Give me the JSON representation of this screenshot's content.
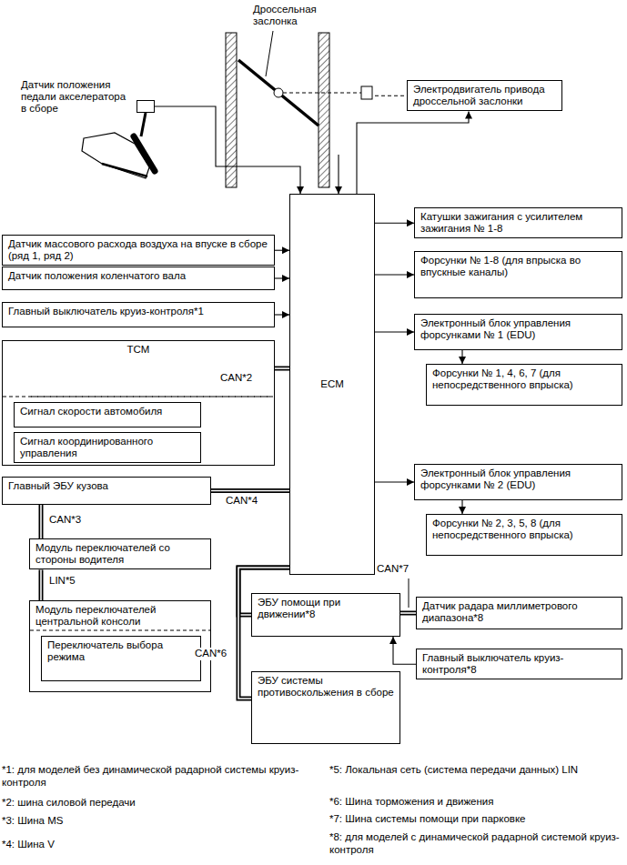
{
  "diagram": {
    "nodes": [
      {
        "text": [
          "Датчик положения педали акселератора в сборе"
        ]
      },
      {
        "text": [
          "Дроссельная заслонка"
        ]
      },
      {
        "text": [
          "Электродвигатель привода дроссельной заслонки"
        ]
      },
      {
        "text": [
          "Датчик массового расхода воздуха на впуске в сборе (ряд 1, ряд 2)"
        ]
      },
      {
        "text": [
          "Датчик положения коленчатого вала"
        ]
      },
      {
        "text": [
          "Главный выключатель круиз-контроля*1"
        ]
      },
      {
        "text": [
          "TCM"
        ]
      },
      {
        "text": [
          "Сигнал скорости автомобиля"
        ],
        "in": 6
      },
      {
        "text": [
          "Сигнал координированного управления"
        ],
        "in": 6
      },
      {
        "text": [
          "Главный ЭБУ кузова"
        ]
      },
      {
        "text": [
          "Модуль переключателей со стороны водителя"
        ]
      },
      {
        "text": [
          "Модуль переключателей центральной консоли"
        ]
      },
      {
        "text": [
          "Переключатель выбора режима"
        ],
        "in": 11
      },
      {
        "text": [
          "ECM"
        ]
      },
      {
        "text": [
          "Катушки зажигания с усилителем зажигания № 1-8"
        ]
      },
      {
        "text": [
          "Форсунки № 1-8 (для впрыска во впускные каналы)"
        ]
      },
      {
        "text": [
          "Электронный блок управления форсунками № 1 (EDU)"
        ]
      },
      {
        "text": [
          "Форсунки № 1, 4, 6, 7 (для непосредственного впрыска)"
        ]
      },
      {
        "text": [
          "Электронный блок управления форсунками № 2 (EDU)"
        ]
      },
      {
        "text": [
          "Форсунки № 2, 3, 5, 8 (для непосредственного впрыска)"
        ]
      },
      {
        "text": [
          "ЭБУ помощи при движении*8"
        ]
      },
      {
        "text": [
          "Датчик радара миллиметрового диапазона*8"
        ]
      },
      {
        "text": [
          "Главный выключатель круиз-контроля*8"
        ]
      },
      {
        "text": [
          "ЭБУ системы противоскольжения в сборе"
        ]
      }
    ],
    "edges": [
      {
        "from": 0,
        "to": 13,
        "arrow": "to"
      },
      {
        "from": 1,
        "to": 13,
        "arrow": "to"
      },
      {
        "from": 13,
        "to": 2,
        "arrow": "to"
      },
      {
        "from": 1,
        "to": 2,
        "arrow": "none"
      },
      {
        "from": 3,
        "to": 13,
        "arrow": "to"
      },
      {
        "from": 4,
        "to": 13,
        "arrow": "to"
      },
      {
        "from": 5,
        "to": 13,
        "arrow": "to"
      },
      {
        "from": 6,
        "to": 13,
        "arrow": "none",
        "label": "CAN*2"
      },
      {
        "from": 9,
        "to": 13,
        "arrow": "none",
        "label": "CAN*4"
      },
      {
        "from": 9,
        "to": 10,
        "arrow": "none",
        "label": "CAN*3"
      },
      {
        "from": 10,
        "to": 11,
        "arrow": "none",
        "label": "LIN*5"
      },
      {
        "from": 13,
        "to": 14,
        "arrow": "to"
      },
      {
        "from": 13,
        "to": 15,
        "arrow": "to"
      },
      {
        "from": 13,
        "to": 16,
        "arrow": "to"
      },
      {
        "from": 16,
        "to": 17,
        "arrow": "to"
      },
      {
        "from": 13,
        "to": 18,
        "arrow": "to"
      },
      {
        "from": 18,
        "to": 19,
        "arrow": "to"
      },
      {
        "from": 13,
        "to": 20,
        "arrow": "none"
      },
      {
        "from": 13,
        "to": 23,
        "arrow": "none",
        "label": "CAN*6"
      },
      {
        "from": 20,
        "to": 21,
        "arrow": "none",
        "label": "CAN*7"
      },
      {
        "from": 22,
        "to": 20,
        "arrow": "to"
      }
    ],
    "labels": [
      "*1: для моделей без динамической радарной системы круиз-контроля",
      "*2: шина силовой передачи",
      "*3: Шина MS",
      "*4: Шина V",
      "*5: Локальная сеть (система передачи данных) LIN",
      "*6: Шина торможения и движения",
      "*7: Шина системы помощи при парковке",
      "*8: для моделей с динамической радарной системой круиз-контроля"
    ]
  }
}
